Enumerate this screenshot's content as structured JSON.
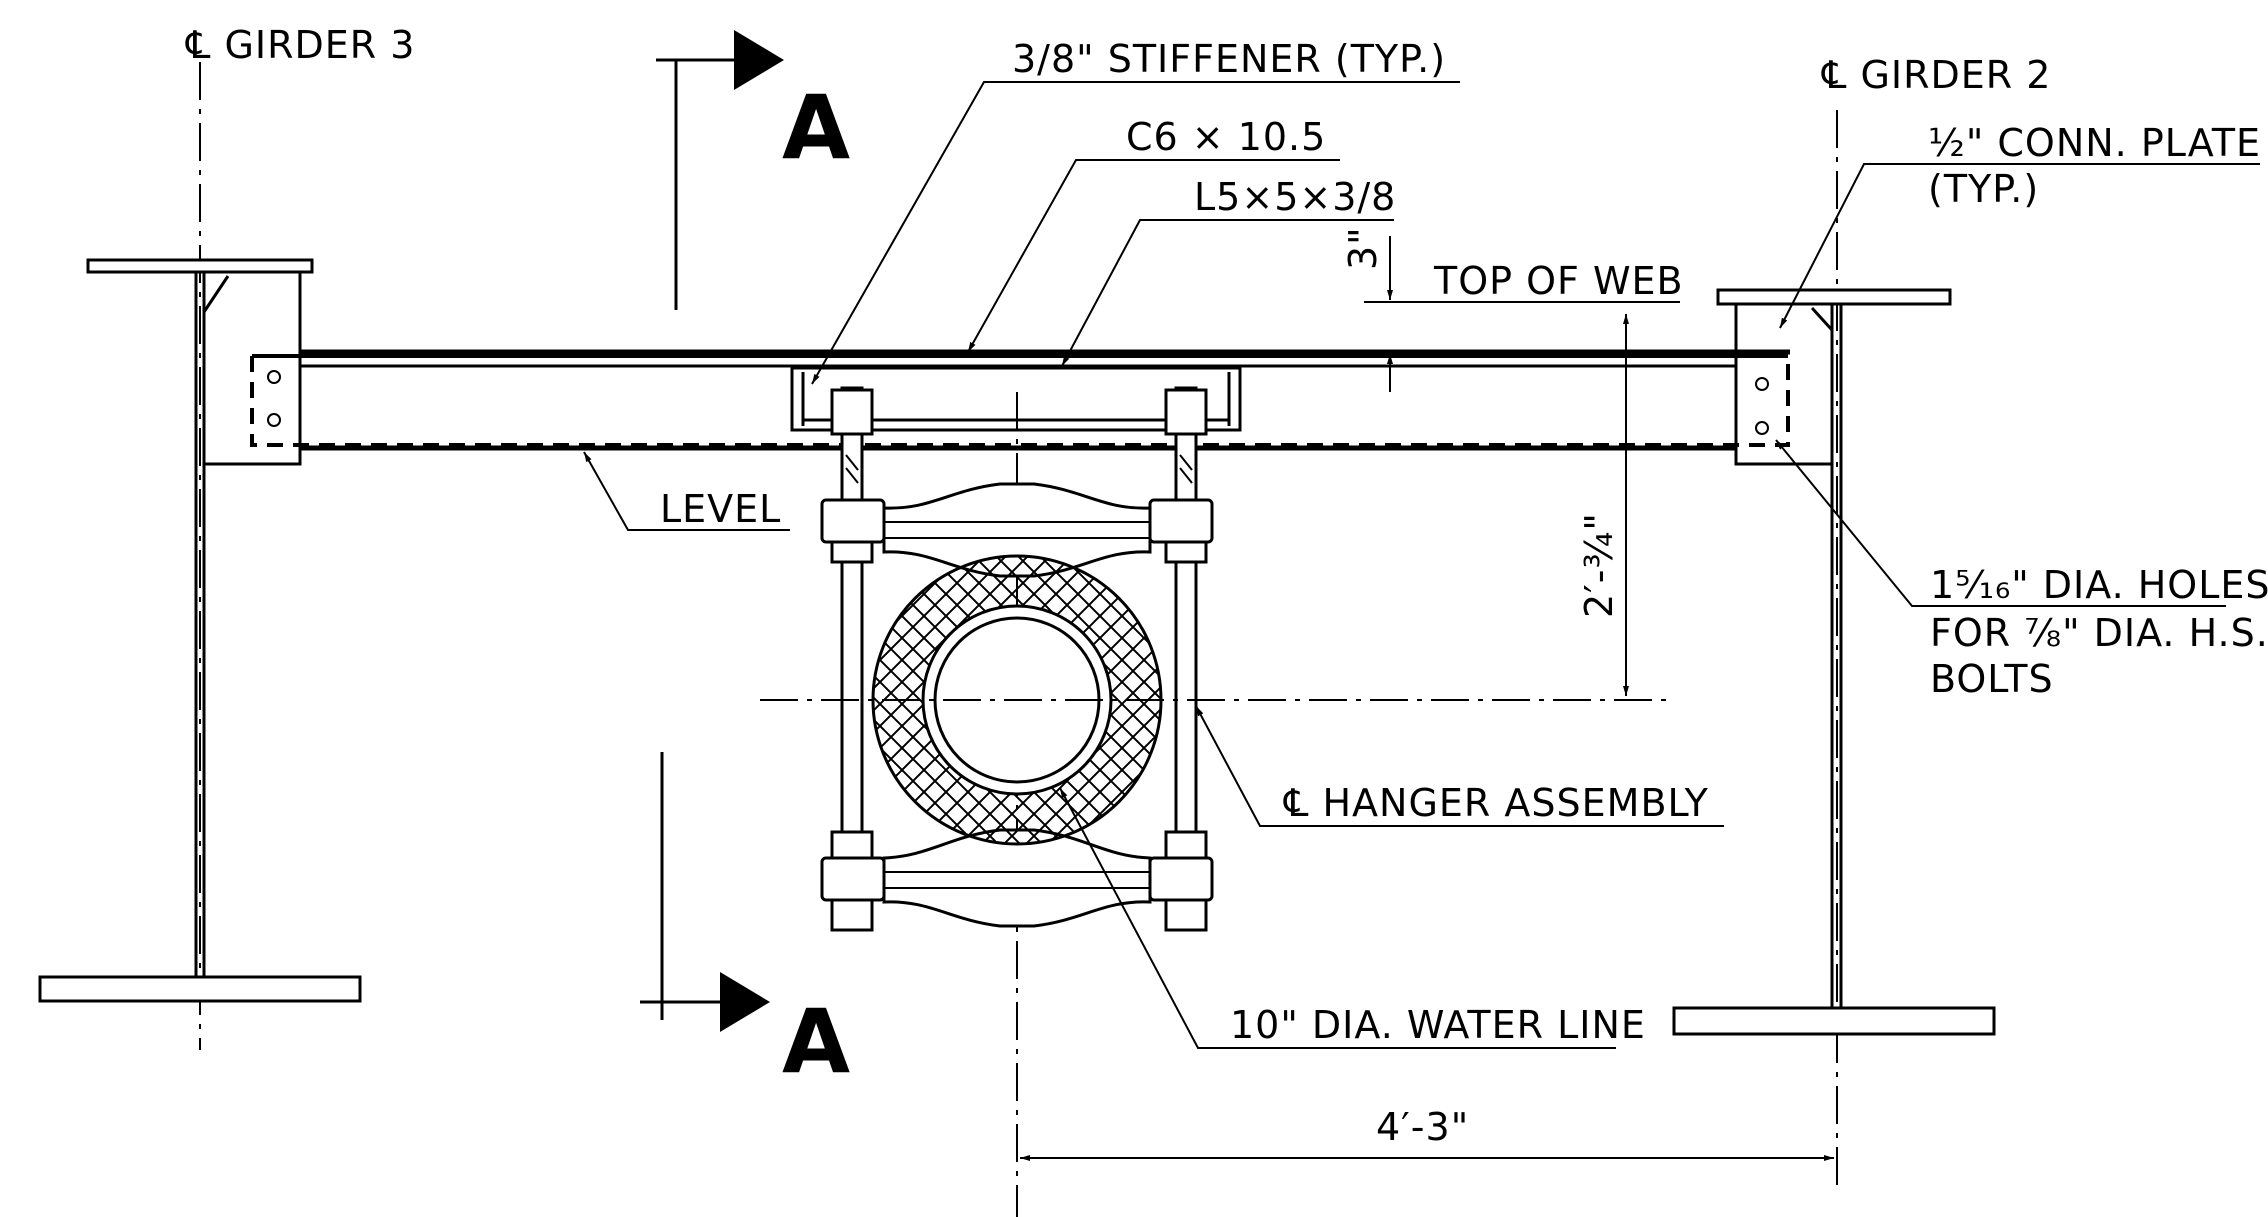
{
  "labels": {
    "girder3": "℄ GIRDER 3",
    "girder2": "℄ GIRDER 2",
    "stiffener": "3/8\" STIFFENER (TYP.)",
    "channel": "C6 × 10.5",
    "angle": "L5×5×3/8",
    "conn_plate_1": "½\" CONN. PLATE",
    "conn_plate_2": "(TYP.)",
    "three_in": "3\"",
    "top_of_web": "TOP OF WEB",
    "level": "LEVEL",
    "height_dim": "2′-¾\"",
    "holes_1": "1⁵⁄₁₆\" DIA. HOLES",
    "holes_2": "FOR ⅞\" DIA. H.S.",
    "holes_3": "BOLTS",
    "hanger": "℄ HANGER ASSEMBLY",
    "water_line": "10\" DIA. WATER LINE",
    "width_dim": "4′-3\"",
    "section_top": "A",
    "section_bottom": "A"
  }
}
